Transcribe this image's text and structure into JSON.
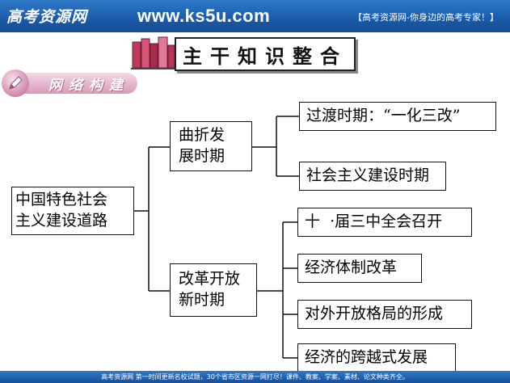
{
  "banner": {
    "logo": "高考资源网",
    "url": "www.ks5u.com",
    "slogan": "【高考资源网-你身边的高考专家！】"
  },
  "title": "主干知识整合",
  "subtitle": "网络构建",
  "diagram": {
    "root": {
      "line1": "中国特色社会",
      "line2": "主义建设道路"
    },
    "branches": [
      {
        "line1": "曲折发",
        "line2": "展时期",
        "children": [
          "过渡时期：“一化三改”",
          "社会主义建设时期"
        ]
      },
      {
        "line1": "改革开放",
        "line2": "新时期",
        "children": [
          "十  ·届三中全会召开",
          "经济体制改革",
          "对外开放格局的形成",
          "经济的跨越式发展"
        ]
      }
    ]
  },
  "footer": "高考资源网  第一时间更新名校试题，30个省市区资源一网打尽！课件、教案、学案、素材、论文种类齐全。",
  "colors": {
    "banner": "#1a5aa8",
    "accent_pink": "#d79ab8",
    "book_red": "#c0395a"
  }
}
